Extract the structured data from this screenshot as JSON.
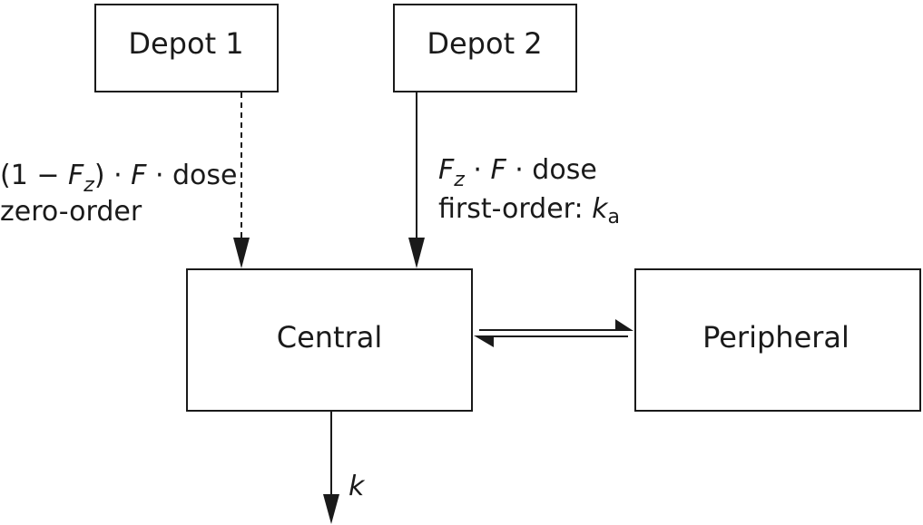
{
  "nodes": {
    "depot1": "Depot 1",
    "depot2": "Depot 2",
    "central": "Central",
    "peripheral": "Peripheral"
  },
  "zero_order": {
    "open": "(1 − ",
    "f_sym": "F",
    "f_sub": "z",
    "close_dot": ") · ",
    "F": "F",
    "dot_dose": " · dose",
    "kind": "zero-order"
  },
  "first_order": {
    "f_sym": "F",
    "f_sub": "z",
    "dot": " · ",
    "F": "F",
    "dot_dose": " · dose",
    "kind": "first-order: ",
    "k_sym": "k",
    "k_sub": "a"
  },
  "elimination": {
    "label": "k"
  }
}
